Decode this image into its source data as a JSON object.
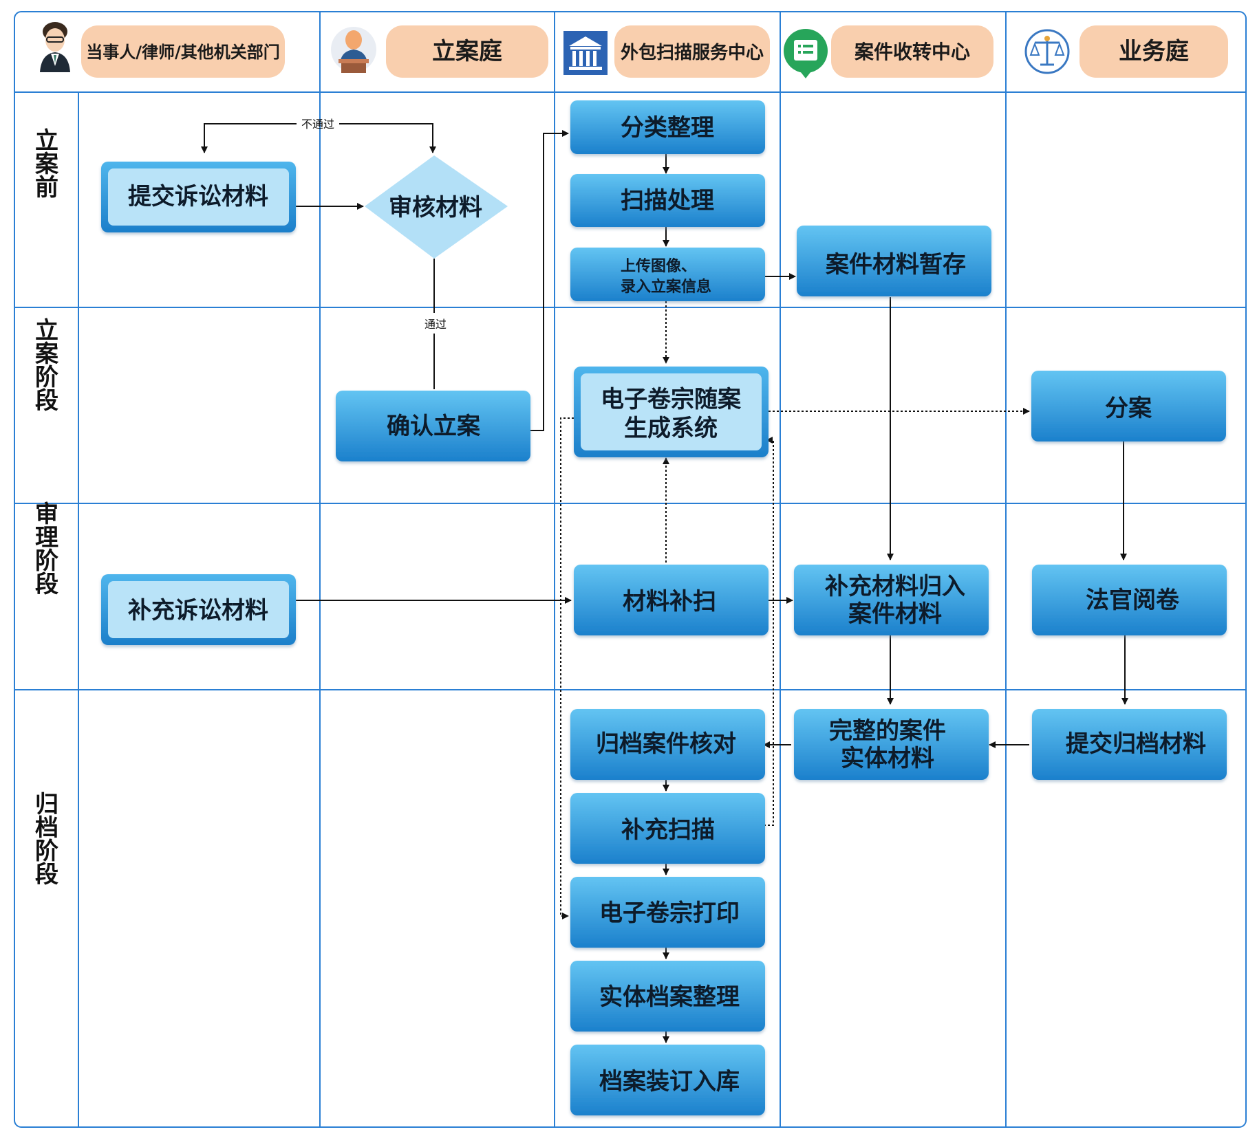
{
  "columns": [
    {
      "label": "当事人/律师/其他机关部门",
      "icon": "person-icon"
    },
    {
      "label": "立案庭",
      "icon": "clerk-icon"
    },
    {
      "label": "外包扫描服务中心",
      "icon": "bank-icon"
    },
    {
      "label": "案件收转中心",
      "icon": "document-chat-icon"
    },
    {
      "label": "业务庭",
      "icon": "scales-icon"
    }
  ],
  "stages": [
    {
      "label": "立\n案\n前"
    },
    {
      "label": "立\n案\n阶\n段"
    },
    {
      "label": "审\n理\n阶\n段"
    },
    {
      "label": "归\n档\n阶\n段"
    }
  ],
  "nodes": {
    "submit_material": "提交诉讼材料",
    "review_material": "审核材料",
    "confirm_filing": "确认立案",
    "supplement_submit": "补充诉讼材料",
    "classify": "分类整理",
    "scan": "扫描处理",
    "upload": "上传图像、\n录入立案信息",
    "e_system": "电子卷宗随案\n生成系统",
    "material_rescan": "材料补扫",
    "archive_check": "归档案件核对",
    "supplement_scan": "补充扫描",
    "e_print": "电子卷宗打印",
    "physical_arrange": "实体档案整理",
    "bind_store": "档案装订入库",
    "temp_store": "案件材料暂存",
    "supplement_into": "补充材料归入\n案件材料",
    "complete_material": "完整的案件\n实体材料",
    "assign_case": "分案",
    "judge_read": "法官阅卷",
    "submit_archive": "提交归档材料"
  },
  "edge_labels": {
    "fail": "不通过",
    "pass": "通过"
  },
  "colors": {
    "border": "#2a7fd4",
    "header_pill": "#f9cfae",
    "node_dark_top": "#5cbff0",
    "node_dark_bottom": "#1f86cf",
    "node_light": "#b9e3f8",
    "diamond": "#b3e0f7"
  }
}
